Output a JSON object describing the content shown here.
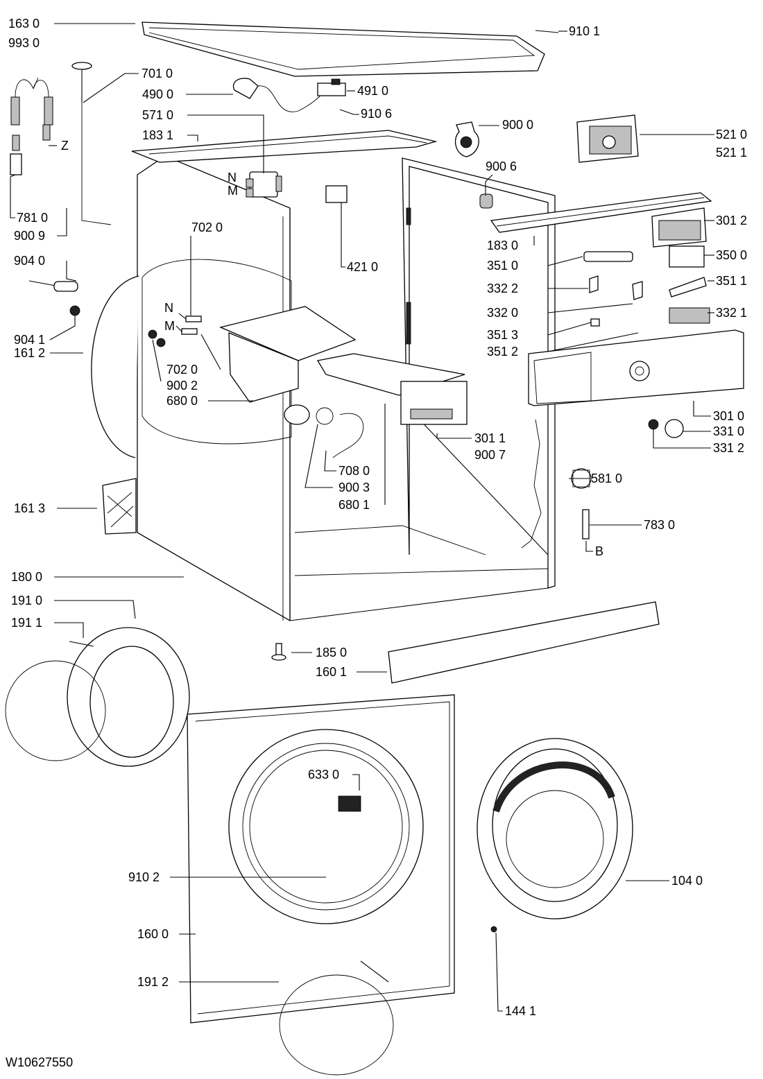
{
  "diagram": {
    "drawing_code": "W10627550",
    "labels": {
      "l1630": "163 0",
      "l9930": "993 0",
      "l9101": "910 1",
      "l7010": "701 0",
      "l4900": "490 0",
      "l4910": "491 0",
      "l9106": "910 6",
      "l5710": "571 0",
      "l9000": "900 0",
      "l5210": "521 0",
      "l5211": "521 1",
      "l1831": "183 1",
      "lZ": "Z",
      "lN1": "N",
      "lM1": "M",
      "l9006": "900 6",
      "l7810": "781 0",
      "l9009": "900 9",
      "l3012": "301 2",
      "l1830": "183 0",
      "l7020a": "702 0",
      "l3500": "350 0",
      "l3510": "351 0",
      "l9040": "904 0",
      "l4210": "421 0",
      "l3511": "351 1",
      "l3322": "332 2",
      "l3320": "332 0",
      "l3321": "332 1",
      "lN2": "N",
      "l9041": "904 1",
      "lM2": "M",
      "l3513": "351 3",
      "l1612": "161 2",
      "l3512": "351 2",
      "l7020b": "702 0",
      "l9002": "900 2",
      "l6800": "680 0",
      "l3010": "301 0",
      "l3310": "331 0",
      "l3011": "301 1",
      "l9007": "900 7",
      "l3312": "331 2",
      "l7080": "708 0",
      "l5810": "581 0",
      "l9003": "900 3",
      "l6801": "680 1",
      "l1613": "161 3",
      "l7830": "783 0",
      "lB": "B",
      "l1800": "180 0",
      "l1910": "191 0",
      "l1911": "191 1",
      "l1850": "185 0",
      "l1601": "160 1",
      "l6330": "633 0",
      "l9102": "910 2",
      "l1040": "104 0",
      "l1600": "160 0",
      "l1912": "191 2",
      "l1441": "144 1"
    }
  }
}
